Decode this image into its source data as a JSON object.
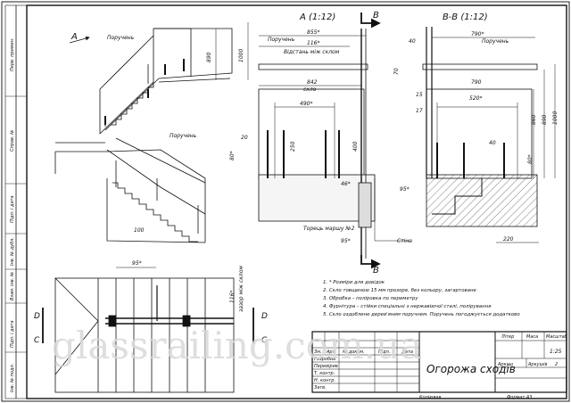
{
  "views": {
    "section_a": "A (1:12)",
    "section_b": "B-B (1:12)",
    "arrow_a": "A",
    "arrow_b": "B",
    "cut_d": "D",
    "cut_c": "C"
  },
  "labels": {
    "handrail": "Поручень",
    "handrail2": "Поручень",
    "handrail3": "Поручень",
    "handrail4": "Поручень",
    "handrail_gap": "Відстань між склом",
    "glass": "скло",
    "stair_end": "Торець маршу №2",
    "wall": "Стіна",
    "glass_gap": "зазор між склом"
  },
  "dims": {
    "d855": "855*",
    "d116": "116*",
    "d842": "842",
    "d490": "490*",
    "d20": "20",
    "d250": "250",
    "d400": "400",
    "d80": "80*",
    "d80b": "80*",
    "d46": "46*",
    "d95": "95*",
    "d95b": "95*",
    "d95c": "95*",
    "d890": "890",
    "d1000": "1000",
    "d100": "100",
    "d116v": "116*",
    "d790": "790*",
    "d40": "40",
    "d40b": "40",
    "d790b": "790",
    "d15": "15",
    "d520": "520*",
    "d17": "17",
    "d860": "860",
    "d890b": "890",
    "d1000b": "1000",
    "d70": "70",
    "d220": "220"
  },
  "notes": [
    "1.  * Розміри для довідок",
    "2.  Скло товщиною 15 мм прозоре, без кольору, загартоване",
    "3.  Обробка – поліровка по периметру",
    "4.  Фурнітура – стійки спеціальні з нержавіючої сталі, полірування",
    "5.  Скло оздоблене дерев'яним поручнем. Поручень погоджується додатково"
  ],
  "title_block": {
    "title": "Огорожа сходів",
    "lit": "Літер",
    "mass": "Маса",
    "scale": "Масштаб",
    "scale_value": "1:25",
    "sheet": "Аркуш",
    "sheets": "Аркушів",
    "sheets_value": "2",
    "rows": [
      "Зм.",
      "Арк.",
      "№ докум.",
      "Підп.",
      "Дата"
    ],
    "developed": "Розробив",
    "checked": "Перевірив",
    "tcontrol": "Т. контр.",
    "ncontrol": "Н. контр.",
    "approved": "Затв.",
    "copied": "Копіював",
    "format": "Формат А3"
  },
  "side_stamps": [
    "Перв. примен.",
    "Справ. №",
    "Підп. і дата",
    "Інв. № дубл.",
    "Взам. інв. №",
    "Підп. і дата",
    "Інв. № подл."
  ],
  "watermark": "glassrailing.com.ua"
}
